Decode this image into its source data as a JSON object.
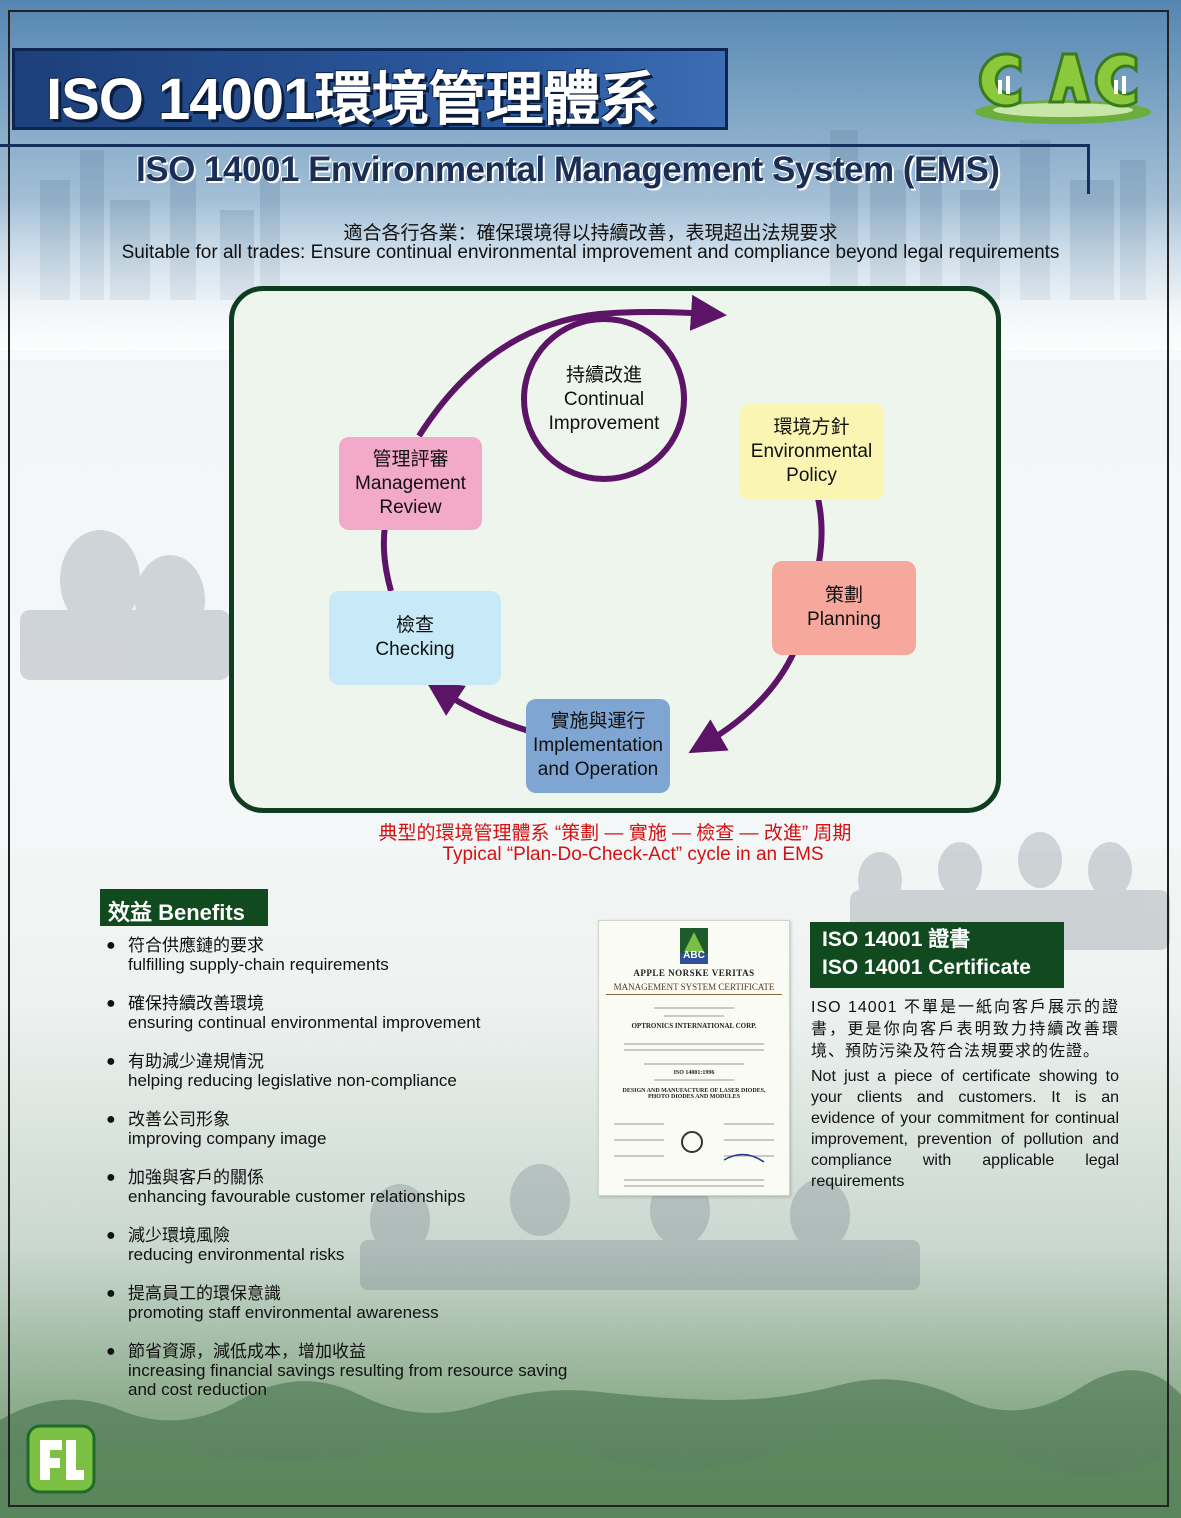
{
  "header": {
    "title": "ISO 14001環境管理體系",
    "subtitle": "ISO 14001 Environmental Management System (EMS)"
  },
  "intro": {
    "zh": "適合各行各業：確保環境得以持續改善，表現超出法規要求",
    "en": "Suitable for all trades: Ensure continual environmental improvement and compliance beyond legal requirements"
  },
  "cycle": {
    "continual_improvement": {
      "zh": "持續改進",
      "en1": "Continual",
      "en2": "Improvement"
    },
    "environmental_policy": {
      "zh": "環境方針",
      "en1": "Environmental",
      "en2": "Policy"
    },
    "planning": {
      "zh": "策劃",
      "en1": "Planning"
    },
    "implementation": {
      "zh": "實施與運行",
      "en1": "Implementation",
      "en2": "and Operation"
    },
    "checking": {
      "zh": "檢查",
      "en1": "Checking"
    },
    "management_review": {
      "zh": "管理評審",
      "en1": "Management",
      "en2": "Review"
    },
    "caption_zh": "典型的環境管理體系 “策劃 — 實施 — 檢查 — 改進” 周期",
    "caption_en": "Typical “Plan-Do-Check-Act” cycle in an EMS",
    "colors": {
      "arrow": "#5c1466",
      "policy": "#fbf5b4",
      "planning": "#f7a89c",
      "implementation": "#7fa6d2",
      "checking": "#c8e9f8",
      "review": "#f3a9c9"
    }
  },
  "benefits": {
    "heading": "效益 Benefits",
    "items": [
      {
        "zh": "符合供應鏈的要求",
        "en": "fulfilling supply-chain requirements"
      },
      {
        "zh": "確保持續改善環境",
        "en": "ensuring continual environmental improvement"
      },
      {
        "zh": "有助減少違規情況",
        "en": "helping reducing legislative non-compliance"
      },
      {
        "zh": "改善公司形象",
        "en": "improving company image"
      },
      {
        "zh": "加強與客戶的關係",
        "en": "enhancing favourable customer relationships"
      },
      {
        "zh": "減少環境風險",
        "en": "reducing environmental risks"
      },
      {
        "zh": "提高員工的環保意識",
        "en": "promoting staff environmental awareness"
      },
      {
        "zh": "節省資源，減低成本，增加收益",
        "en": "increasing financial savings resulting from  resource saving and cost reduction"
      }
    ]
  },
  "certificate": {
    "image": {
      "logo_text": "ABC",
      "issuer": "APPLE NORSKE VERITAS",
      "title": "MANAGEMENT SYSTEM CERTIFICATE",
      "company": "OPTRONICS INTERNATIONAL CORP.",
      "standard": "ISO 14001:1996",
      "scope": "DESIGN AND MANUFACTURE OF LASER DIODES, PHOTO DIODES AND MODULES"
    },
    "heading_zh": "ISO 14001 證書",
    "heading_en": "ISO 14001 Certificate",
    "desc_zh": "ISO 14001 不單是一紙向客戶展示的證書，更是你向客戶表明致力持續改善環境、預防污染及符合法規要求的佐證。",
    "desc_en": "Not just a piece of certificate showing to your clients and customers. It is an evidence of your  commitment for continual improvement, prevention of pollution and compliance with applicable legal requirements"
  }
}
